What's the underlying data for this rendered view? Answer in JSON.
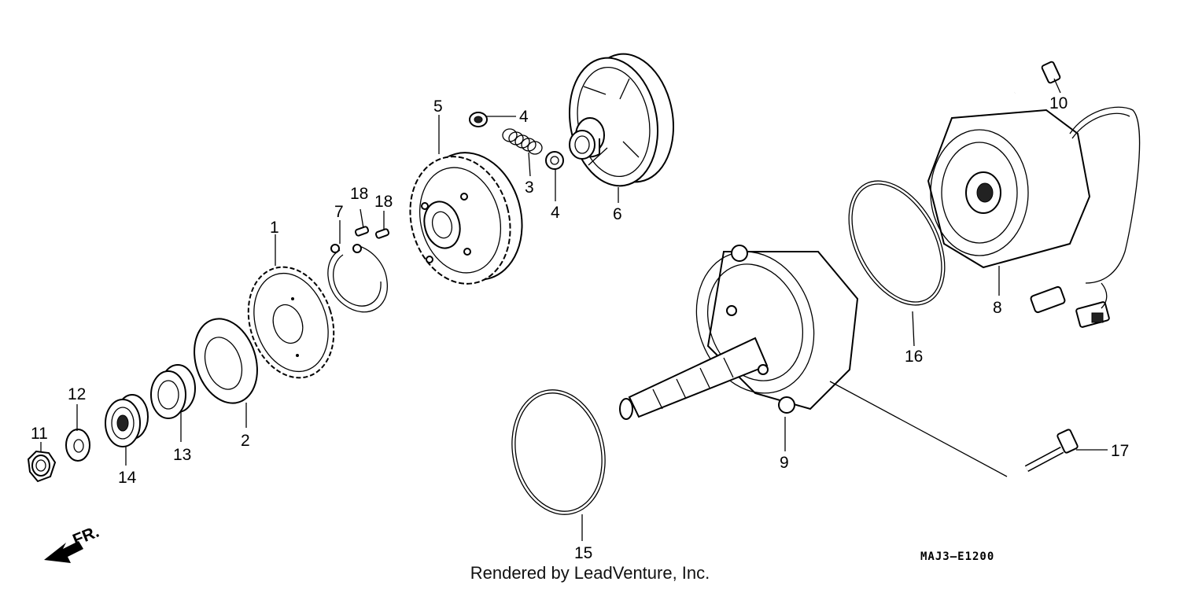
{
  "callouts": [
    {
      "part": "1",
      "text": "1"
    },
    {
      "part": "2",
      "text": "2"
    },
    {
      "part": "3",
      "text": "3"
    },
    {
      "part": "4a",
      "text": "4"
    },
    {
      "part": "4b",
      "text": "4"
    },
    {
      "part": "5",
      "text": "5"
    },
    {
      "part": "6",
      "text": "6"
    },
    {
      "part": "7",
      "text": "7"
    },
    {
      "part": "8",
      "text": "8"
    },
    {
      "part": "9",
      "text": "9"
    },
    {
      "part": "10",
      "text": "10"
    },
    {
      "part": "11",
      "text": "11"
    },
    {
      "part": "12",
      "text": "12"
    },
    {
      "part": "13",
      "text": "13"
    },
    {
      "part": "14",
      "text": "14"
    },
    {
      "part": "15",
      "text": "15"
    },
    {
      "part": "16",
      "text": "16"
    },
    {
      "part": "17",
      "text": "17"
    },
    {
      "part": "18a",
      "text": "18"
    },
    {
      "part": "18b",
      "text": "18"
    }
  ],
  "direction_label": "FR.",
  "diagram_code": "MAJ3–E1200",
  "footer_text": "Rendered by LeadVenture, Inc."
}
